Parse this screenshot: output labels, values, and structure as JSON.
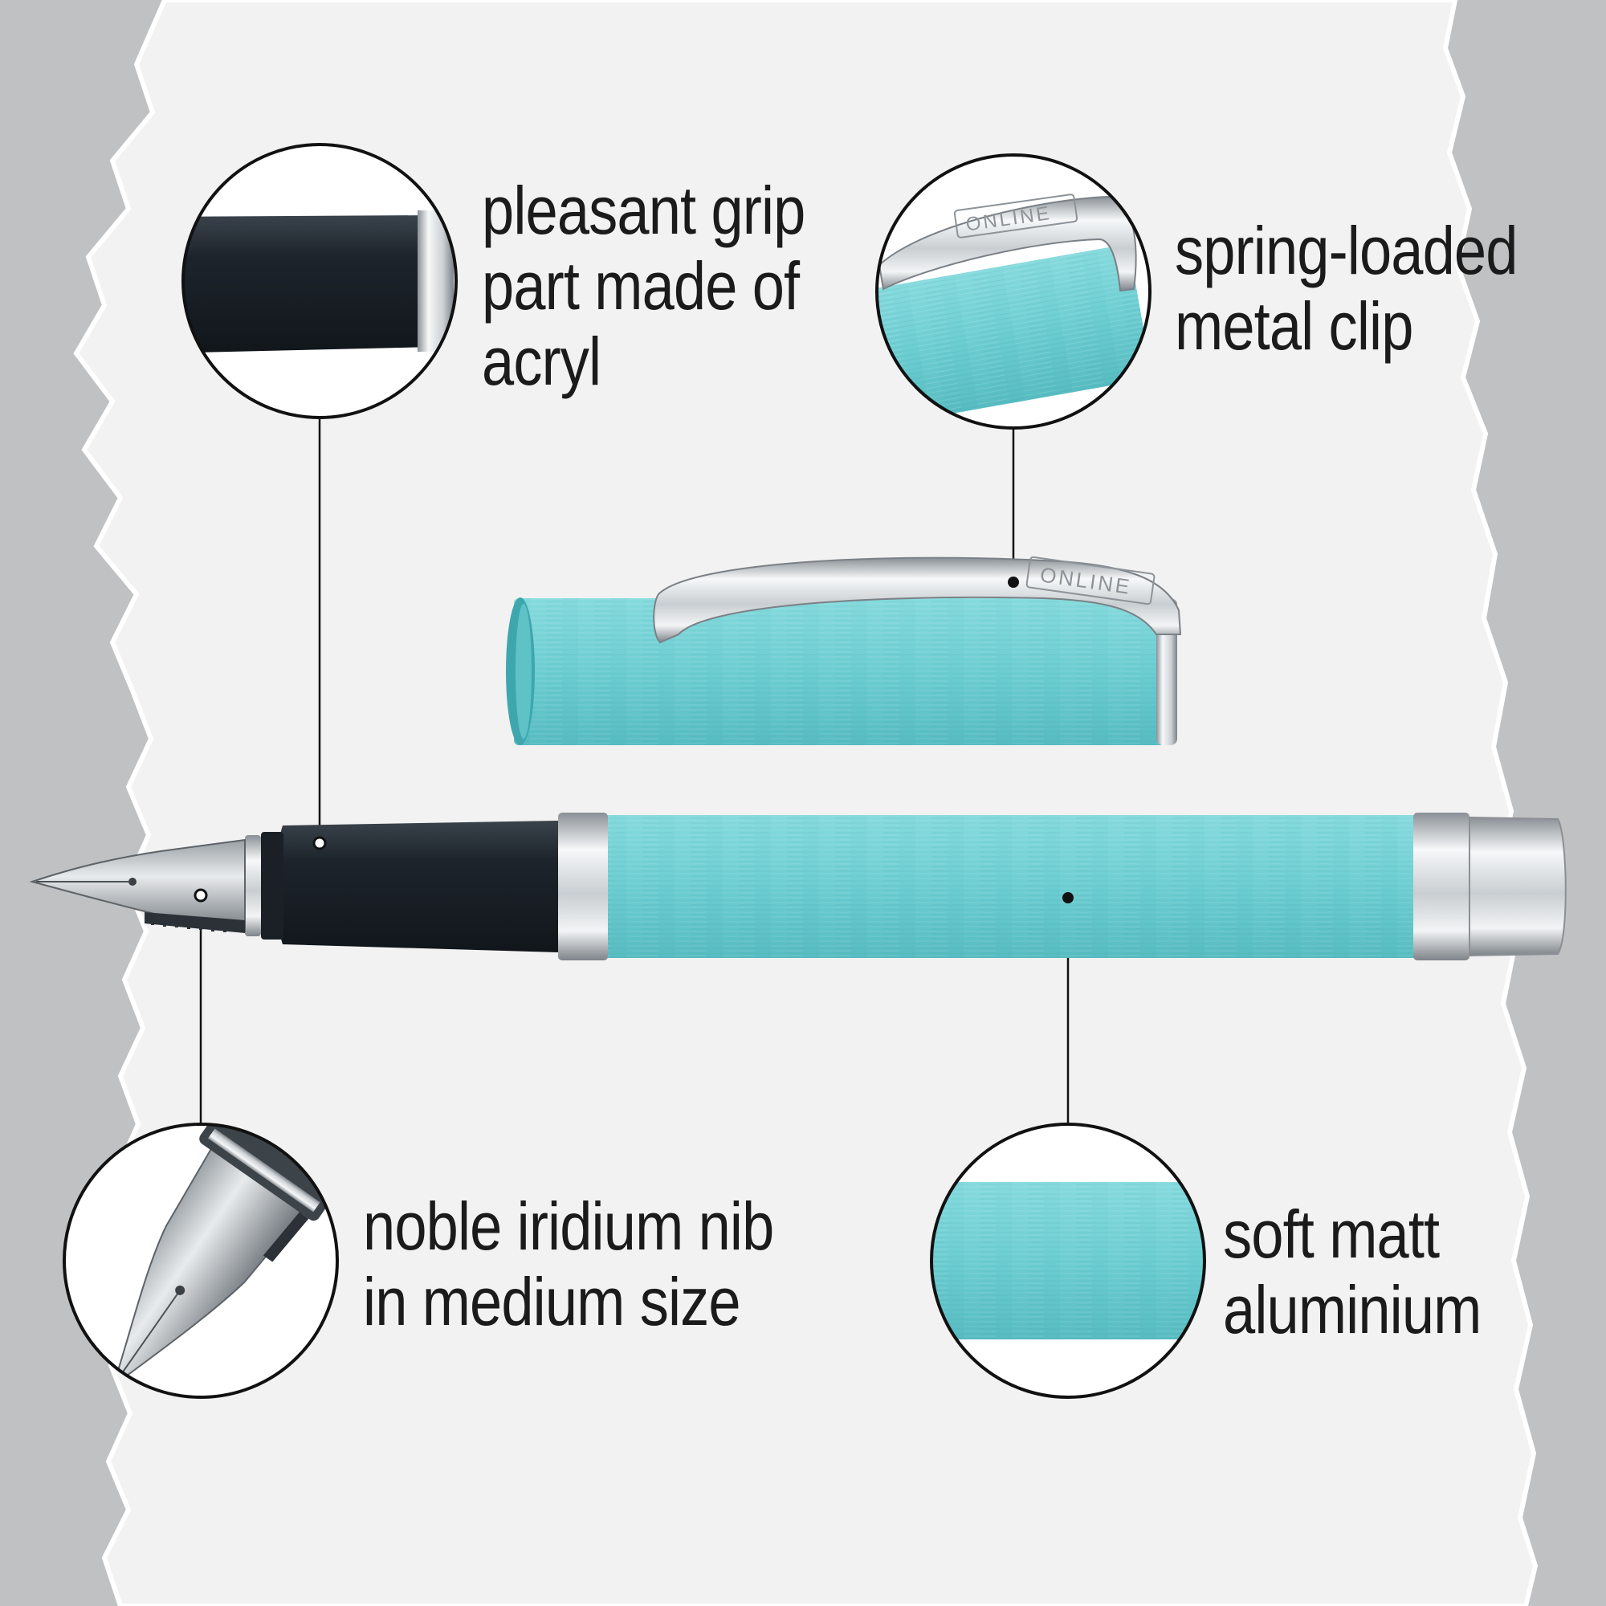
{
  "colors": {
    "background": "#bfc1c3",
    "paper": "#f1f1f1",
    "aluminium": "#6fcfd3",
    "grip": "#1f262d",
    "chrome": "#dfe3e6",
    "outline": "#111111"
  },
  "brand_engraving": "ONLINE",
  "callouts": {
    "grip": {
      "line1": "pleasant grip",
      "line2": "part made of",
      "line3": "acryl",
      "icon": "grip-zoom-icon"
    },
    "clip": {
      "line1": "spring-loaded",
      "line2": "metal clip",
      "icon": "clip-zoom-icon"
    },
    "nib": {
      "line1": "noble iridium nib",
      "line2": "in medium size",
      "icon": "nib-zoom-icon"
    },
    "body": {
      "line1": "soft matt",
      "line2": "aluminium",
      "icon": "barrel-zoom-icon"
    }
  }
}
